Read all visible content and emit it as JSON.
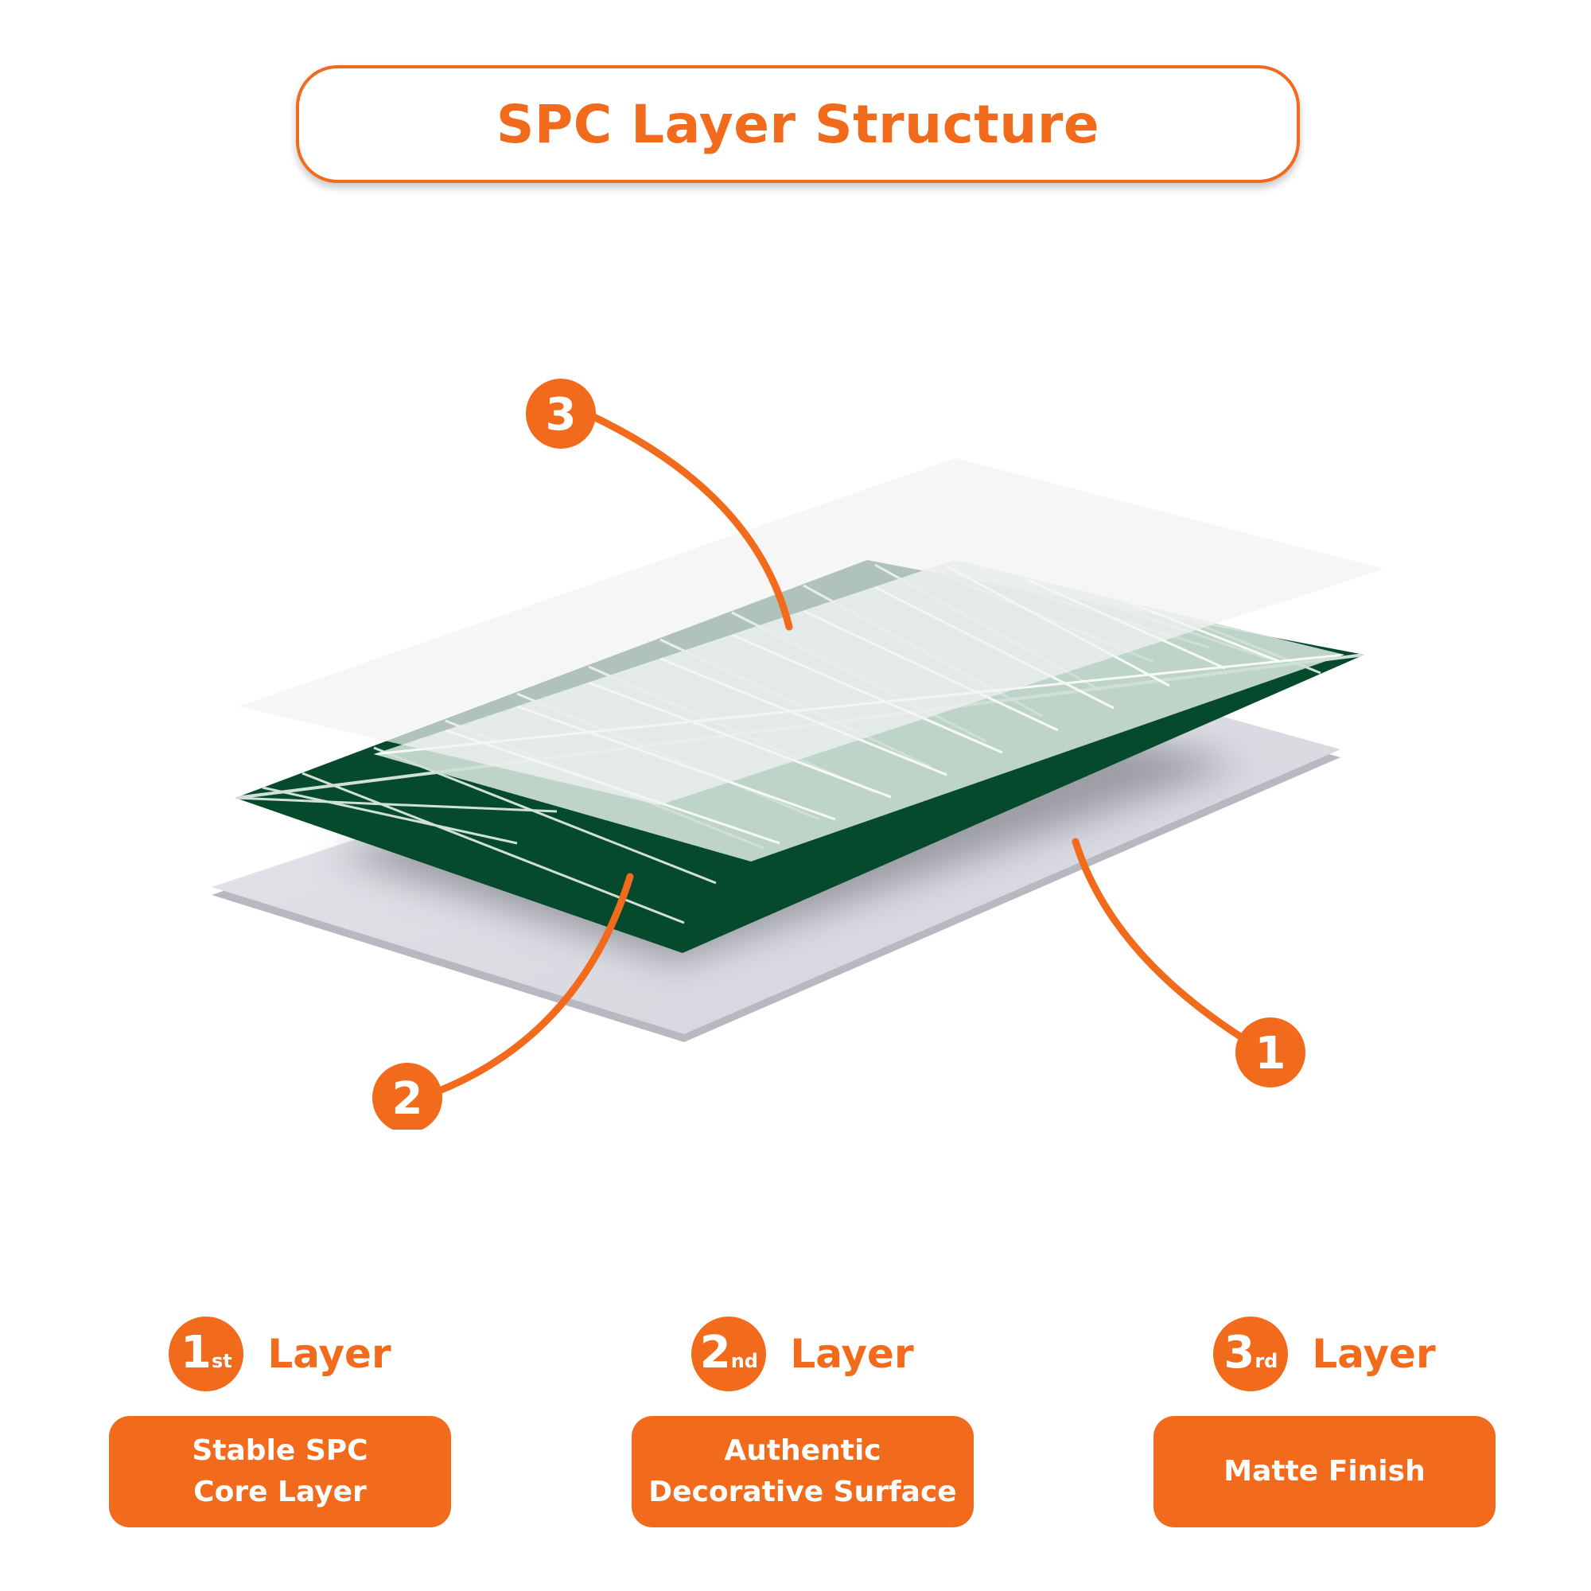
{
  "title": "SPC Layer Structure",
  "colors": {
    "accent": "#f26a1b",
    "decor_green": "#064a2d",
    "base_grey": "#dcdce2",
    "matte_white": "#eeeeee"
  },
  "callouts": [
    {
      "label": "3",
      "target": "matte-finish-layer"
    },
    {
      "label": "2",
      "target": "decorative-layer"
    },
    {
      "label": "1",
      "target": "core-layer"
    }
  ],
  "layers": [
    {
      "num": "1",
      "suffix": "st",
      "word": "Layer",
      "line1": "Stable SPC",
      "line2": "Core Layer"
    },
    {
      "num": "2",
      "suffix": "nd",
      "word": "Layer",
      "line1": "Authentic",
      "line2": "Decorative Surface"
    },
    {
      "num": "3",
      "suffix": "rd",
      "word": "Layer",
      "line1": "Matte Finish",
      "line2": ""
    }
  ]
}
